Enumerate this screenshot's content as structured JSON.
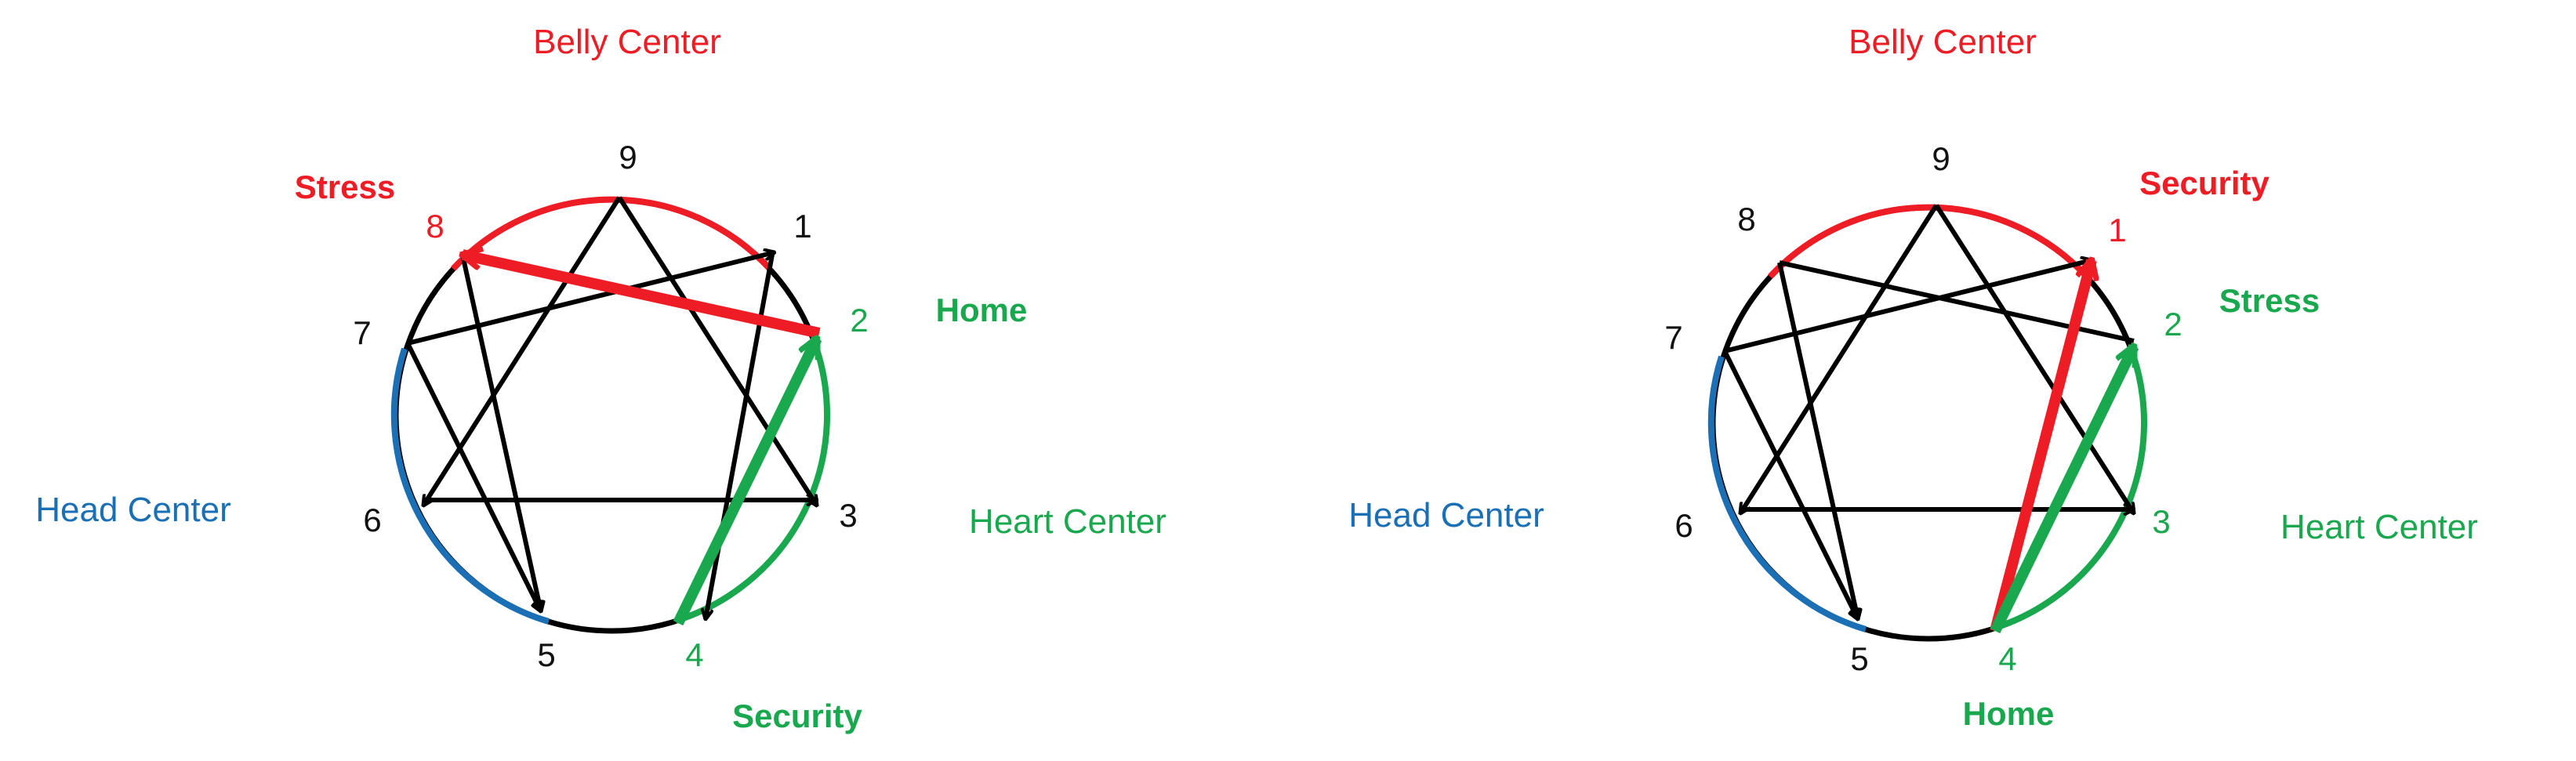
{
  "colors": {
    "belly": "#ee1c24",
    "heart": "#1aa84f",
    "head": "#1b6fb5",
    "line": "#000000",
    "number_default": "#111111"
  },
  "diagrams": [
    {
      "id": "left",
      "centers": {
        "belly": "Belly Center",
        "heart": "Heart Center",
        "head": "Head Center"
      },
      "numbers": [
        {
          "value": "9",
          "color": "#111111"
        },
        {
          "value": "1",
          "color": "#111111"
        },
        {
          "value": "2",
          "color": "#1aa84f"
        },
        {
          "value": "3",
          "color": "#111111"
        },
        {
          "value": "4",
          "color": "#1aa84f"
        },
        {
          "value": "5",
          "color": "#111111"
        },
        {
          "value": "6",
          "color": "#111111"
        },
        {
          "value": "7",
          "color": "#111111"
        },
        {
          "value": "8",
          "color": "#ee1c24"
        }
      ],
      "roles": [
        {
          "text": "Stress",
          "color": "#ee1c24"
        },
        {
          "text": "Home",
          "color": "#1aa84f"
        },
        {
          "text": "Security",
          "color": "#1aa84f"
        }
      ],
      "highlight_arrows": [
        {
          "from": "2",
          "to": "8",
          "color": "#ee1c24"
        },
        {
          "from": "4",
          "to": "2",
          "color": "#1aa84f"
        }
      ]
    },
    {
      "id": "right",
      "centers": {
        "belly": "Belly Center",
        "heart": "Heart Center",
        "head": "Head Center"
      },
      "numbers": [
        {
          "value": "9",
          "color": "#111111"
        },
        {
          "value": "1",
          "color": "#ee1c24"
        },
        {
          "value": "2",
          "color": "#1aa84f"
        },
        {
          "value": "3",
          "color": "#1aa84f"
        },
        {
          "value": "4",
          "color": "#1aa84f"
        },
        {
          "value": "5",
          "color": "#111111"
        },
        {
          "value": "6",
          "color": "#111111"
        },
        {
          "value": "7",
          "color": "#111111"
        },
        {
          "value": "8",
          "color": "#111111"
        }
      ],
      "roles": [
        {
          "text": "Security",
          "color": "#ee1c24"
        },
        {
          "text": "Stress",
          "color": "#1aa84f"
        },
        {
          "text": "Home",
          "color": "#1aa84f"
        }
      ],
      "highlight_arrows": [
        {
          "from": "4",
          "to": "1",
          "color": "#ee1c24"
        },
        {
          "from": "4",
          "to": "2",
          "color": "#1aa84f"
        }
      ]
    }
  ]
}
